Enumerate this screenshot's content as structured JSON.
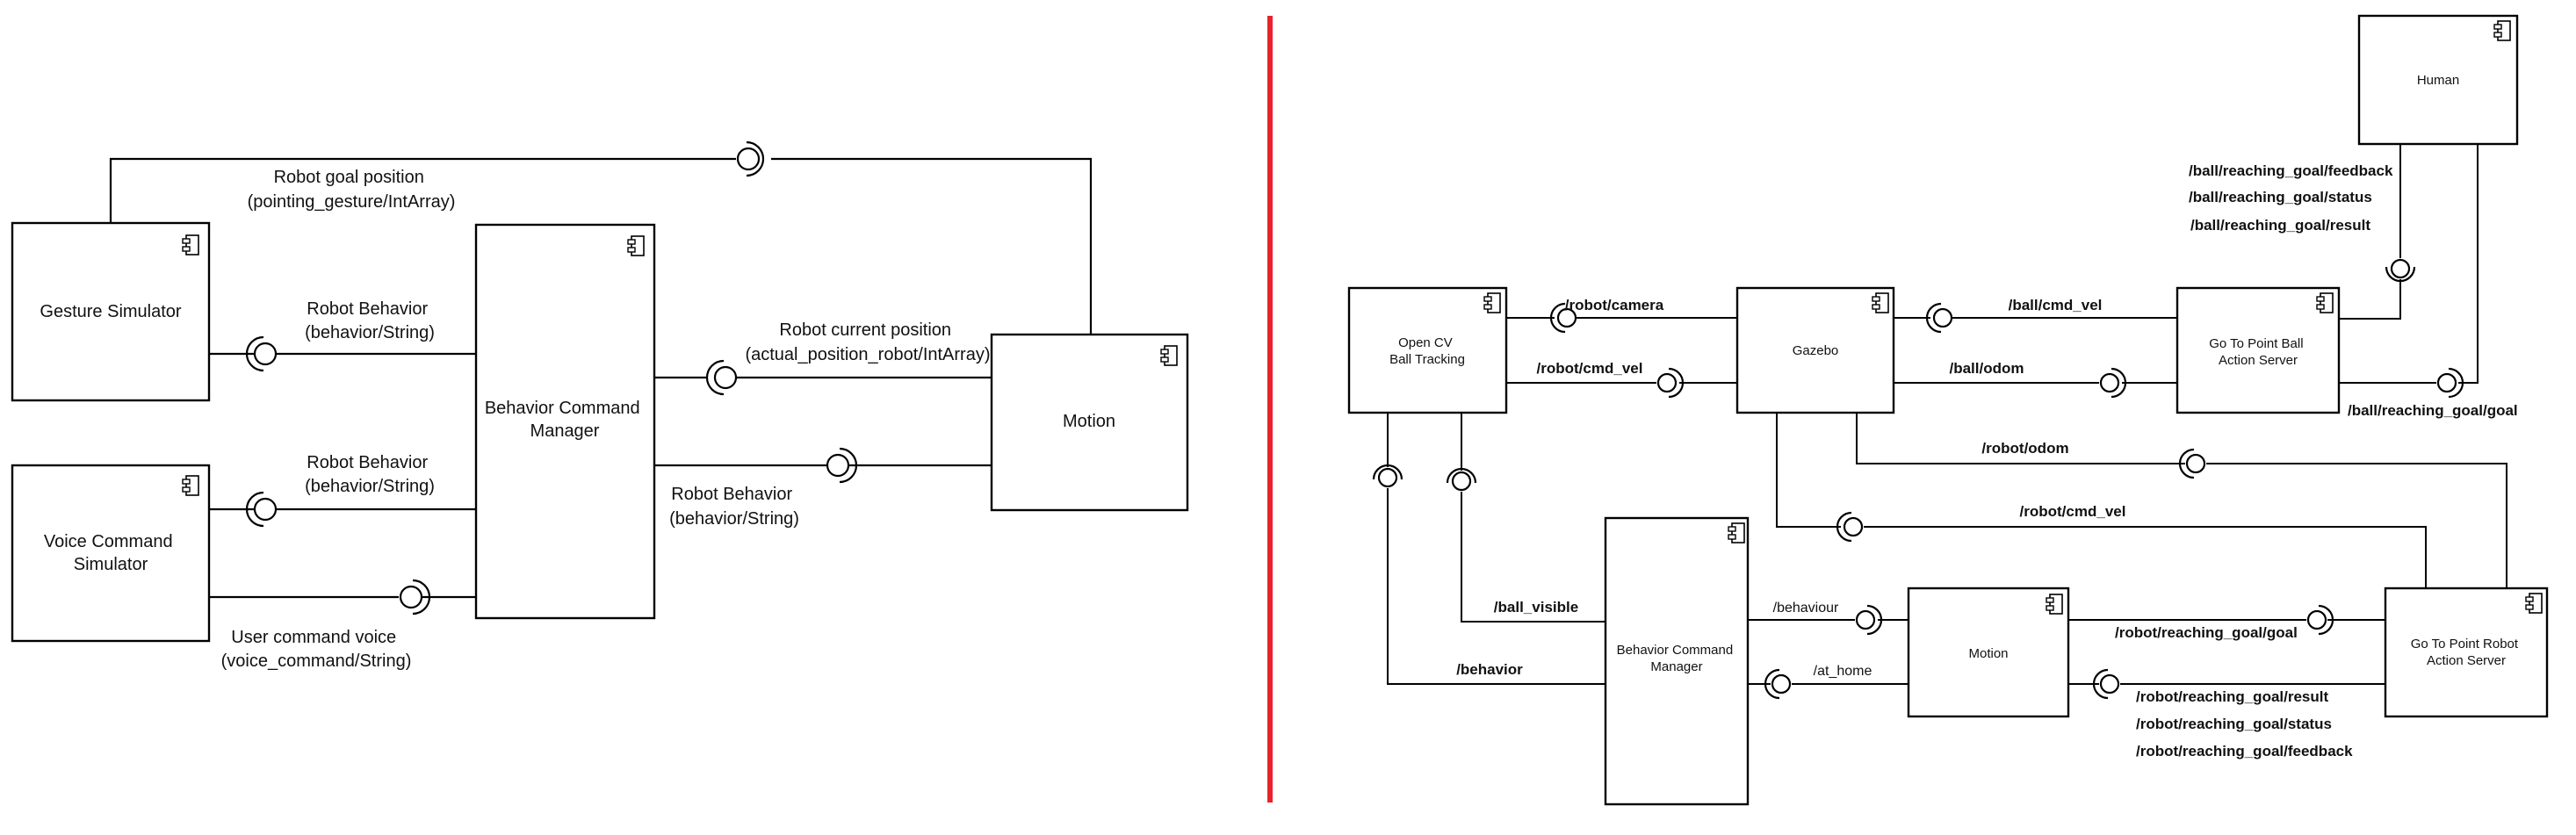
{
  "colors": {
    "divider": "#e8232e",
    "line": "#000000",
    "background": "#ffffff"
  },
  "icons": {
    "component": "uml-component-icon",
    "socket": "required-interface-socket-icon"
  },
  "left": {
    "components": {
      "gesture_simulator": "Gesture Simulator",
      "voice_command_simulator": [
        "Voice Command",
        "Simulator"
      ],
      "behavior_command_manager": [
        "Behavior Command",
        "Manager"
      ],
      "motion": "Motion"
    },
    "labels": {
      "robot_goal_position": [
        "Robot goal position",
        "(pointing_gesture/IntArray)"
      ],
      "robot_behavior_gesture": [
        "Robot Behavior",
        "(behavior/String)"
      ],
      "robot_behavior_voice": [
        "Robot Behavior",
        "(behavior/String)"
      ],
      "user_command_voice": [
        "User command voice",
        "(voice_command/String)"
      ],
      "robot_current_position": [
        "Robot current position",
        "(actual_position_robot/IntArray)"
      ],
      "robot_behavior_motion": [
        "Robot Behavior",
        "(behavior/String)"
      ]
    }
  },
  "right": {
    "components": {
      "human": "Human",
      "open_cv": [
        "Open CV",
        "Ball Tracking"
      ],
      "gazebo": "Gazebo",
      "go_to_point_ball": [
        "Go  To Point Ball",
        "Action Server"
      ],
      "behavior_command_manager": [
        "Behavior Command",
        "Manager"
      ],
      "motion": "Motion",
      "go_to_point_robot": [
        "Go  To Point Robot",
        "Action Server"
      ]
    },
    "topics": {
      "robot_camera": "/robot/camera",
      "robot_cmd_vel_opencv": "/robot/cmd_vel",
      "ball_cmd_vel": "/ball/cmd_vel",
      "ball_odom": "/ball/odom",
      "ball_reaching_goal_feedback": "/ball/reaching_goal/feedback",
      "ball_reaching_goal_status": "/ball/reaching_goal/status",
      "ball_reaching_goal_result": "/ball/reaching_goal/result",
      "ball_reaching_goal_goal": "/ball/reaching_goal/goal",
      "robot_odom": "/robot/odom",
      "robot_cmd_vel_gazebo": "/robot/cmd_vel",
      "ball_visible": "/ball_visible",
      "behavior": "/behavior",
      "behaviour": "/behaviour",
      "at_home": "/at_home",
      "robot_reaching_goal_goal": "/robot/reaching_goal/goal",
      "robot_reaching_goal_result": "/robot/reaching_goal/result",
      "robot_reaching_goal_status": "/robot/reaching_goal/status",
      "robot_reaching_goal_feedback": "/robot/reaching_goal/feedback"
    }
  }
}
